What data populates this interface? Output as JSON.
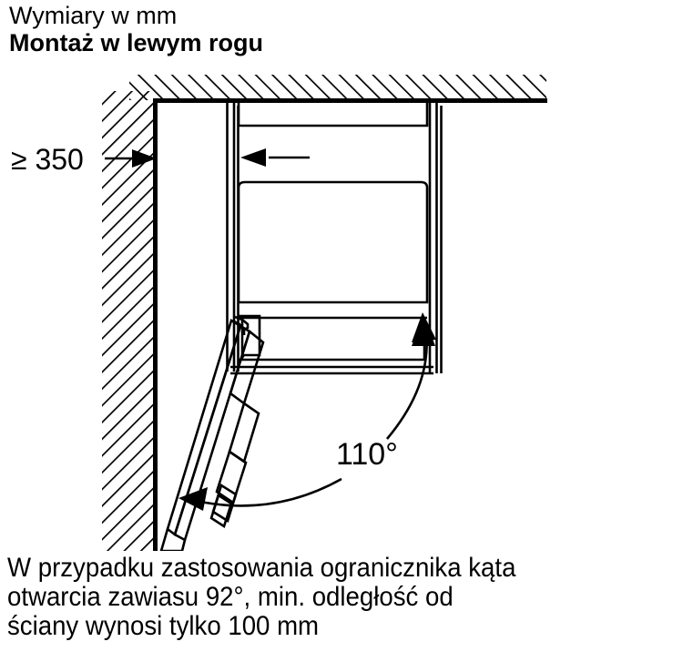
{
  "title": {
    "line1": "Wymiary w mm",
    "line2": "Montaż w lewym rogu"
  },
  "diagram": {
    "wall_clearance_label": "≥ 350",
    "door_opening_angle_label": "110°",
    "stroke_color": "#000000",
    "background_color": "#ffffff",
    "hatch_description": "45-degree section hatching on wall and ceiling"
  },
  "note": {
    "line1": "W przypadku zastosowania ogranicznika kąta",
    "line2": "otwarcia zawiasu 92°, min. odległość od",
    "line3": "ściany wynosi tylko 100 mm"
  }
}
